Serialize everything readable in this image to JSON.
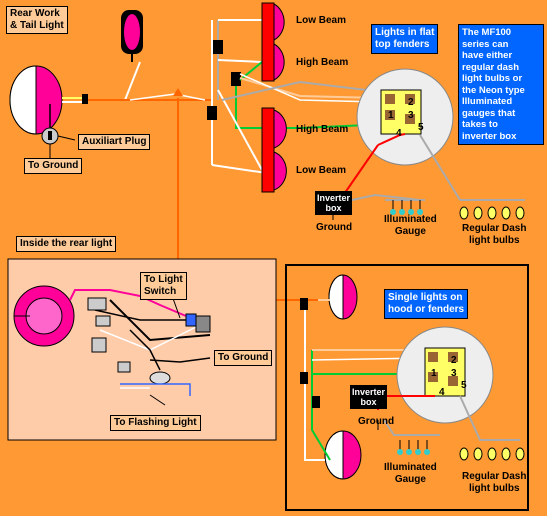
{
  "labels": {
    "rear_work": "Rear Work\n& Tail Light",
    "aux_plug": "Auxiliart Plug",
    "to_ground_top": "To Ground",
    "low_beam_1": "Low Beam",
    "high_beam_1": "High Beam",
    "high_beam_2": "High Beam",
    "low_beam_2": "Low Beam",
    "lights_flat": "Lights in flat\ntop fenders",
    "mf100": "The MF100\nseries can\nhave either\nregular dash\nlight bulbs or\nthe Neon type\nIlluminated\ngauges that\ntakes to\ninverter box",
    "inverter_1": "Inverter\nbox",
    "ground_1": "Ground",
    "illum_1": "Illuminated\nGauge",
    "regular_1": "Regular Dash\nlight bulbs",
    "inside_rear": "Inside the rear light",
    "to_light_switch": "To Light\nSwitch",
    "to_ground_inset": "To Ground",
    "to_flashing": "To Flashing Light",
    "single_lights": "Single lights on\nhood or fenders",
    "inverter_2": "Inverter\nbox",
    "ground_2": "Ground",
    "illum_2": "Illuminated\nGauge",
    "regular_2": "Regular Dash\nlight bulbs"
  },
  "switch_numbers": [
    "1",
    "2",
    "3",
    "4",
    "5"
  ],
  "colors": {
    "background": "#ff9933",
    "inset_background": "#ffccaa",
    "lamp_pink": "#ff0099",
    "fender_red": "#ff0000",
    "label_blue": "#0066ff",
    "wire_green": "#00cc33",
    "wire_red": "#ff0000",
    "wire_orange": "#ff6600",
    "wire_gray": "#aaaaaa",
    "bulb_yellow": "#ffff66",
    "gauge_cyan": "#33cccc"
  }
}
